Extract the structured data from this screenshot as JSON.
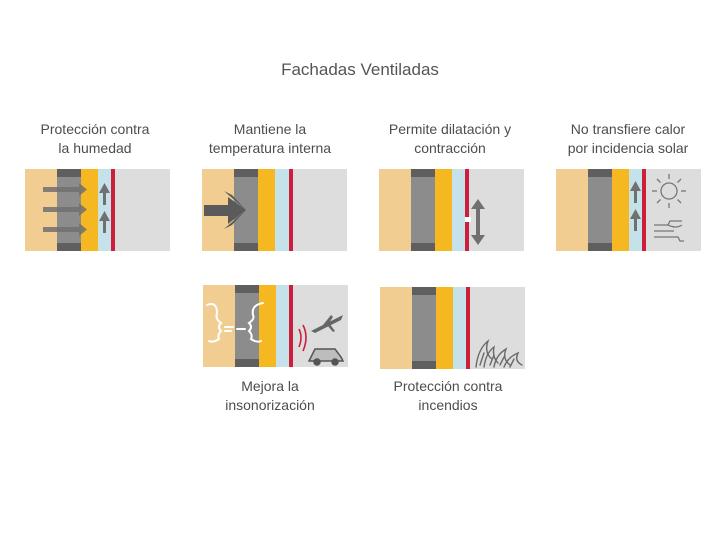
{
  "page": {
    "title": "Fachadas Ventiladas"
  },
  "colors": {
    "insulation": "#f2cd91",
    "core": "#8c8c8c",
    "core_cap": "#5f5f5f",
    "yellow": "#f5b820",
    "air": "#c5e2ea",
    "red": "#cc1f3a",
    "panel": "#dddddd",
    "arrow": "#707070",
    "sketch": "#707070"
  },
  "items": [
    {
      "label": "Protección contra\nla humedad",
      "icon": "moisture-protection-icon"
    },
    {
      "label": "Mantiene la\ntemperatura interna",
      "icon": "thermal-insulation-icon"
    },
    {
      "label": "Permite dilatación y\ncontracción",
      "icon": "expansion-contraction-icon"
    },
    {
      "label": "No transfiere calor\npor incidencia solar",
      "icon": "solar-heat-icon"
    },
    {
      "label": "Mejora la\ninsonorización",
      "icon": "soundproofing-icon"
    },
    {
      "label": "Protección contra\nincendios",
      "icon": "fire-protection-icon"
    }
  ]
}
